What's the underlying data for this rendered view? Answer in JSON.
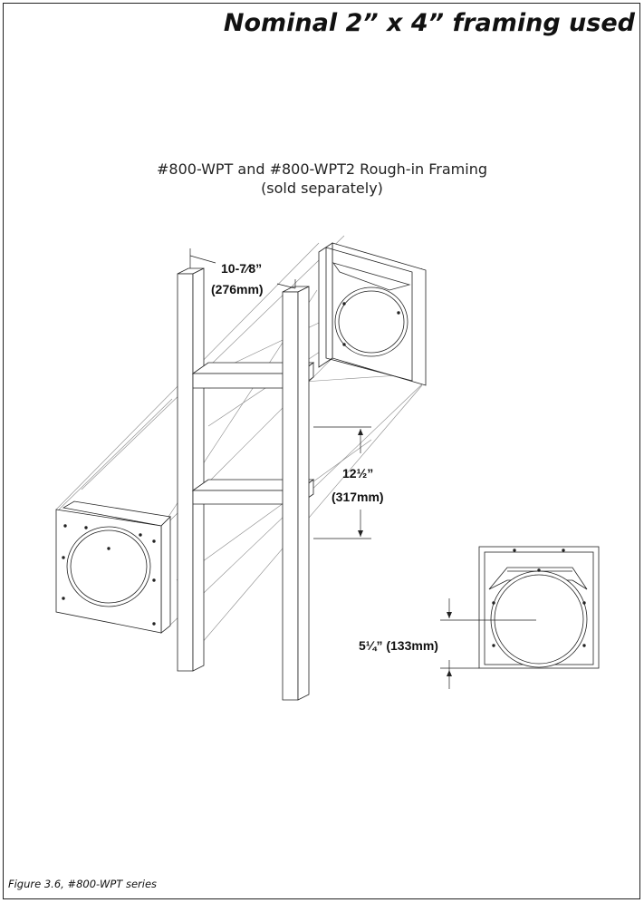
{
  "header": {
    "title": "Nominal 2” x 4” framing used"
  },
  "diagram": {
    "heading_line1": "#800-WPT and #800-WPT2 Rough-in Framing",
    "heading_line2": "(sold separately)",
    "dimensions": {
      "stud_spacing": "10-7⁄8”",
      "stud_spacing_metric": "(276mm)",
      "blocking_spacing": "12½”",
      "blocking_spacing_metric": "(317mm)",
      "offset": "5¼” (133mm)"
    }
  },
  "caption": "Figure 3.6, #800-WPT series"
}
